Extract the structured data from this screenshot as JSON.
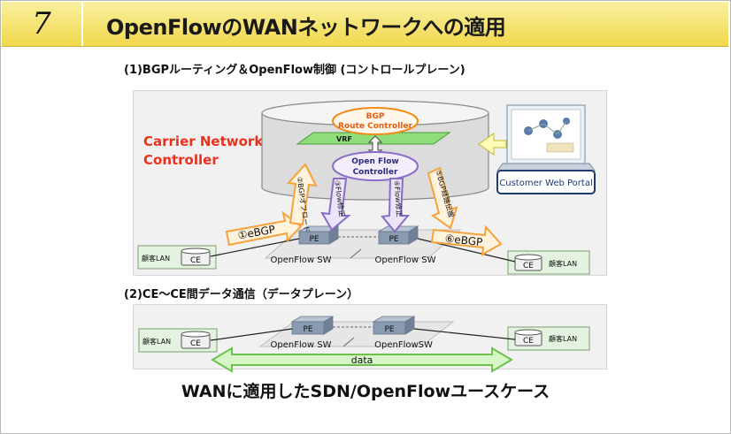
{
  "header": {
    "number": "7",
    "title": "OpenFlowのWANネットワークへの適用"
  },
  "section1": {
    "title": "(1)BGPルーティング＆OpenFlow制御 (コントロールプレーン)",
    "controller_label_line1": "Carrier Network",
    "controller_label_line2": "Controller",
    "bgp_line1": "BGP",
    "bgp_line2": "Route Controller",
    "vrf": "VRF",
    "openflow_line1": "Open Flow",
    "openflow_line2": "Controller",
    "portal": "Customer Web Portal",
    "steps": [
      "①eBGP",
      "②BGPオフロード",
      "③Flow修正",
      "④Flow修正",
      "⑤BGP経路伝搬",
      "⑥eBGP"
    ],
    "pe": "PE",
    "ce": "CE",
    "lan": "顧客LAN",
    "sw_left": "OpenFlow SW",
    "sw_right": "OpenFlow SW"
  },
  "section2": {
    "title": "(2)CE～CE間データ通信（データプレーン）",
    "pe": "PE",
    "ce": "CE",
    "lan": "顧客LAN",
    "sw_left": "OpenFlow SW",
    "sw_right": "OpenFlowSW",
    "data": "data"
  },
  "caption": "WANに適用したSDN/OpenFlowユースケース",
  "colors": {
    "header_bg": "#f2d84c",
    "accent_red": "#e8321e",
    "orange": "#f5a23a",
    "purple": "#8a6cc8",
    "green": "#76d25a",
    "navy": "#1f3b73"
  }
}
